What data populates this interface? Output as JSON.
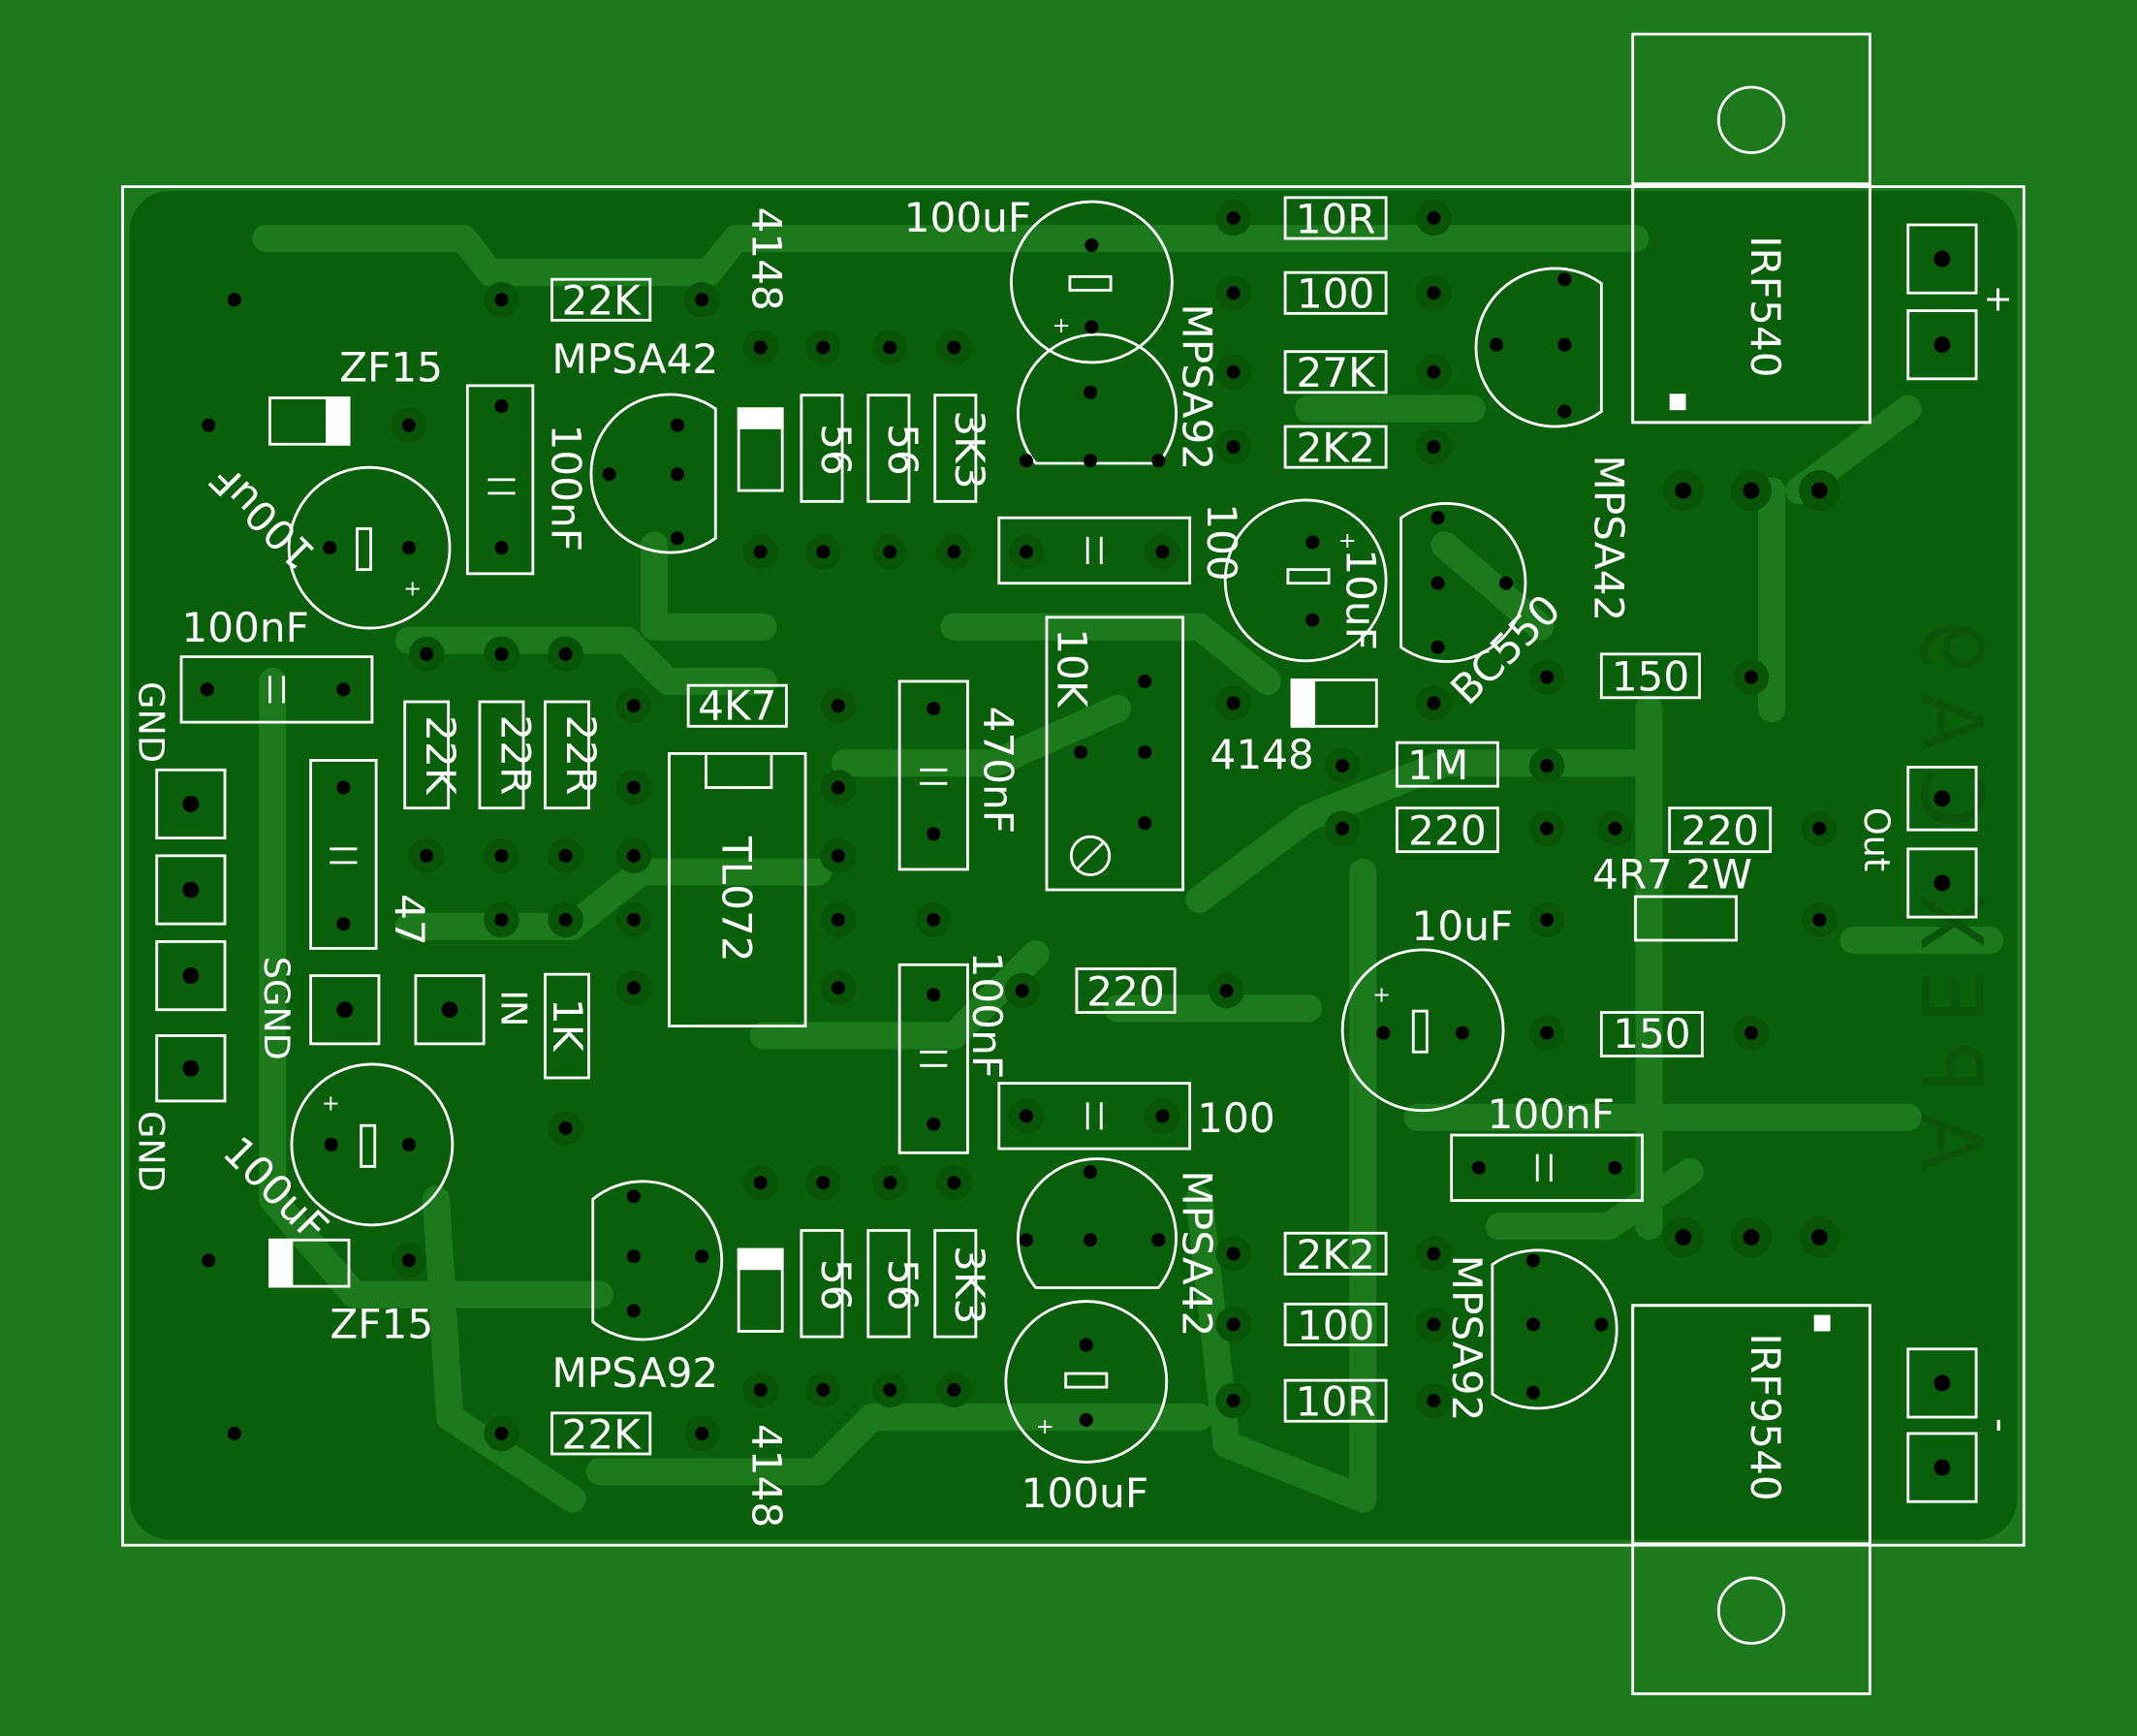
{
  "board": {
    "colors": {
      "background": "#1c7a1c",
      "copper_pour": "#0a5f0a",
      "trace": "#1c7a1c",
      "silkscreen": "#ffffff",
      "pad": "#085508",
      "drill": "#000000"
    },
    "mirrored_text": "APEX CA9"
  },
  "labels": {
    "r_22k_top": "22K",
    "d_4148_top": "4148",
    "c_100uf_top": "100uF",
    "r_10r_top": "10R",
    "r_100_top": "100",
    "r_27k": "27K",
    "r_2k2_top": "2K2",
    "q_irf540": "IRF540",
    "plus_sign": "+",
    "zf15_top": "ZF15",
    "mpsa42_top": "MPSA42",
    "mpsa92_top": "MPSA92",
    "mpsa42_right": "MPSA42",
    "c_100uf_left_top": "100uF",
    "c_100nf_left": "100nF",
    "r_56_a": "56",
    "r_56_b": "56",
    "r_3k3_top": "3K3",
    "c_100_top": "100",
    "c_10uf_top": "10uF",
    "q_bc550": "BC550",
    "c_100nf_mid_left": "100nF",
    "gnd_top": "GND",
    "r_22k_left": "22K",
    "r_22r_a": "22R",
    "r_22r_b": "22R",
    "r_4k7": "4K7",
    "c_470nf": "470nF",
    "pot_10k": "10K",
    "d_4148_mid": "4148",
    "r_1m": "1M",
    "r_150_top": "150",
    "r_220_a": "220",
    "r_220_b": "220",
    "out_label": "Out",
    "r_4r7_2w": "4R7 2W",
    "ic_tl072": "TL072",
    "c_47": "47",
    "sgnd": "SGND",
    "in_label": "IN",
    "r_1k": "1K",
    "c_100nf_mid": "100nF",
    "r_220_mid": "220",
    "c_10uf_bottom": "10uF",
    "r_150_bottom": "150",
    "c_100_bottom": "100",
    "c_100nf_right": "100nF",
    "gnd_bottom": "GND",
    "c_100uf_left_bottom": "100uF",
    "zf15_bottom": "ZF15",
    "mpsa92_bottom": "MPSA92",
    "r_56_c": "56",
    "r_56_d": "56",
    "r_3k3_bottom": "3K3",
    "mpsa42_bottom": "MPSA42",
    "r_2k2_bottom": "2K2",
    "r_100_bottom": "100",
    "r_10r_bottom": "10R",
    "mpsa92_right": "MPSA92",
    "q_irf9540": "IRF9540",
    "minus_sign": "-",
    "r_22k_bottom": "22K",
    "d_4148_bottom": "4148",
    "c_100uf_bottom": "100uF"
  }
}
